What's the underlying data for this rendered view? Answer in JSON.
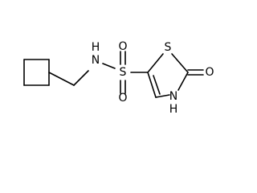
{
  "molecule": {
    "atoms": {
      "nh_amide": "N",
      "h_amide": "H",
      "sulfonyl_s": "S",
      "sulfonyl_o_top": "O",
      "sulfonyl_o_bottom": "O",
      "ring_s": "S",
      "carbonyl_o": "O",
      "ring_nh_n": "N",
      "ring_nh_h": "H"
    }
  }
}
